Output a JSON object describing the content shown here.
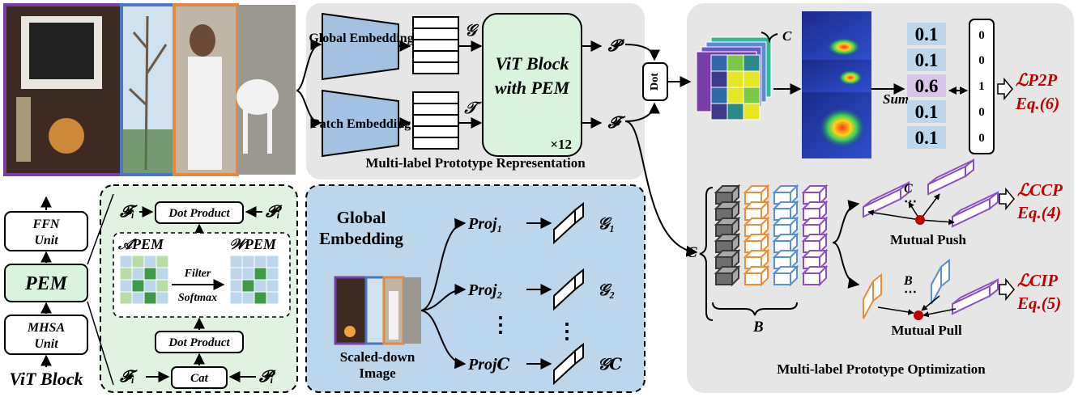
{
  "colors": {
    "panel_gray": "#e6e6e6",
    "panel_green": "#e2f2e2",
    "panel_blue": "#bcd6ec",
    "vit_block_green": "#d9f3df",
    "embed_blue": "#a3c1e0",
    "loss_red": "#c00000",
    "photo_purple": "#7a3fa6",
    "photo_blue": "#4a78c0",
    "photo_orange": "#e8883a",
    "cube_gray": "#7f7f7f",
    "cube_orange": "#ef8c3a",
    "cube_blue": "#5b8fd0",
    "cube_purple": "#8a4fc0",
    "node_red": "#c00000"
  },
  "top": {
    "global_embedding": "Global Embedding",
    "patch_embedding": "Patch Embedding",
    "g_sym": "𝒢",
    "t_sym": "𝒯",
    "vit_block_line1": "ViT Block",
    "vit_block_line2": "with PEM",
    "times12": "×12",
    "p_sym": "𝓟",
    "f_sym": "𝓕",
    "dot_label": "Dot",
    "c_label": "C",
    "panel_title": "Multi-label Prototype Representation"
  },
  "score": {
    "values": [
      "0.1",
      "0.1",
      "0.6",
      "0.1",
      "0.1"
    ],
    "sum_label": "Sum",
    "onehot": [
      "0",
      "0",
      "1",
      "0",
      "0"
    ],
    "loss_p2p": "ℒP2P",
    "eq6": "Eq.(6)"
  },
  "optim": {
    "c_label": "C",
    "b_label": "B",
    "push_c": "C",
    "push_dots": "⋯",
    "pull_b": "B",
    "pull_dots": "⋯",
    "mutual_push": "Mutual Push",
    "mutual_pull": "Mutual Pull",
    "loss_ccp": "ℒCCP",
    "eq4": "Eq.(4)",
    "loss_cip": "ℒCIP",
    "eq5": "Eq.(5)",
    "panel_title": "Multi-label Prototype Optimization"
  },
  "vit_stack": {
    "ffn_line1": "FFN",
    "ffn_line2": "Unit",
    "pem": "PEM",
    "mhsa_line1": "MHSA",
    "mhsa_line2": "Unit",
    "caption": "ViT Block"
  },
  "pem_panel": {
    "f_i": "𝓕ᵢ",
    "p_i": "𝓟ᵢ",
    "dot_product_top": "Dot Product",
    "a_pem": "𝒜PEM",
    "w_pem": "𝒲PEM",
    "filter": "Filter",
    "softmax": "Softmax",
    "dot_product_mid": "Dot Product",
    "cat": "Cat",
    "f_i_bottom": "𝓕ᵢ",
    "p_i_bottom": "𝓟ᵢ"
  },
  "global_panel": {
    "title_line1": "Global",
    "title_line2": "Embedding",
    "proj1": "Proj₁",
    "proj2": "Proj₂",
    "projc": "Proj𝑪",
    "vdots": "⋮",
    "g1": "𝒢₁",
    "g2": "𝒢₂",
    "gc": "𝒢𝑪",
    "img_caption_line1": "Scaled-down",
    "img_caption_line2": "Image"
  }
}
